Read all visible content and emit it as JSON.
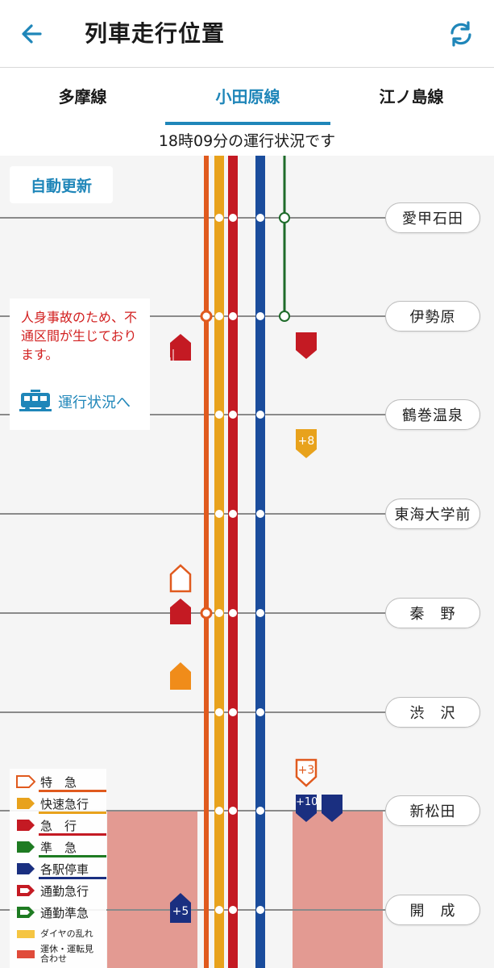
{
  "header": {
    "title": "列車走行位置",
    "back_icon": "arrow-left-icon",
    "refresh_icon": "refresh-icon",
    "accent": "#1f86b9"
  },
  "tabs": [
    {
      "label": "多摩線",
      "active": false
    },
    {
      "label": "小田原線",
      "active": true
    },
    {
      "label": "江ノ島線",
      "active": false
    }
  ],
  "status_text": "18時09分の運行状況です",
  "auto_update_label": "自動更新",
  "stations": [
    "愛甲石田",
    "伊勢原",
    "鶴巻温泉",
    "東海大学前",
    "秦　野",
    "渋　沢",
    "新松田",
    "開　成"
  ],
  "notice": {
    "message": "人身事故のため、不通区間が生じております。",
    "link_label": "運行状況へ",
    "link_icon": "train-icon"
  },
  "delays": {
    "tsurumaki": "+8",
    "shinmatsuda_top": "+3",
    "shinmatsuda_navy": "+10",
    "kaisei": "+5"
  },
  "legend": [
    {
      "label": "特　急",
      "color": "#e05a1e",
      "style": "outline"
    },
    {
      "label": "快速急行",
      "color": "#e8a21c",
      "style": "fill"
    },
    {
      "label": "急　行",
      "color": "#c41a23",
      "style": "fill"
    },
    {
      "label": "準　急",
      "color": "#1e7b22",
      "style": "fill"
    },
    {
      "label": "各駅停車",
      "color": "#1a2f80",
      "style": "fill"
    },
    {
      "label": "通勤急行",
      "color": "#c41a23",
      "style": "outline"
    },
    {
      "label": "通勤準急",
      "color": "#1e7b22",
      "style": "outline"
    },
    {
      "label": "ダイヤの乱れ",
      "color": "#f5c542",
      "style": "swatch"
    },
    {
      "label": "運休・運転見合わせ",
      "color": "#e04b3a",
      "style": "swatch"
    }
  ],
  "line_colors": {
    "express_limited": "#e05a1e",
    "rapid_express": "#e8a21c",
    "express": "#c41a23",
    "local": "#1a4c9c",
    "semi_express": "#1e6b2a"
  }
}
